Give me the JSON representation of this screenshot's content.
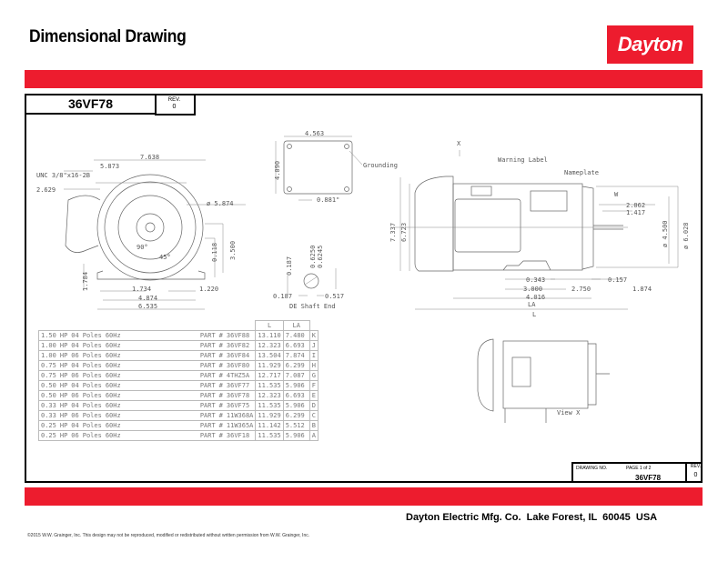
{
  "header": {
    "title": "Dimensional Drawing",
    "logo": "Dayton",
    "brand_color": "#ed1c2e"
  },
  "part_box": {
    "part_number": "36VF78",
    "rev_label": "REV.",
    "rev_value": "0"
  },
  "front_view": {
    "d1": "7.638",
    "d2": "5.873",
    "thread": "UNC 3/8\"x16-2B",
    "d3": "2.629",
    "diameter": "ø 5.874",
    "d4": "0.118",
    "d5": "3.500",
    "angle1": "90°",
    "angle2": "45°",
    "d6": "1.784",
    "d7": "1.734",
    "d8": "1.220",
    "d9": "4.874",
    "d10": "6.535"
  },
  "box_view": {
    "width": "4.563",
    "height": "4.090",
    "grounding": "Grounding",
    "d1": "0.881\""
  },
  "shaft_view": {
    "d1": "0.187",
    "d2": "0.6250",
    "d3": "0.6245",
    "d4": "0.187",
    "d5": "0.517",
    "label": "DE Shaft End"
  },
  "side_view": {
    "x_label": "X",
    "warning": "Warning Label",
    "nameplate": "Nameplate",
    "h1": "7.337",
    "h2": "6.723",
    "w": "W",
    "d1": "2.062",
    "d2": "1.417",
    "dia1": "ø 4.500",
    "dia2": "ø 6.028",
    "d3": "0.343",
    "d4": "0.157",
    "d5": "3.000",
    "d6": "2.750",
    "d7": "1.874",
    "d8": "4.016",
    "la": "LA",
    "l": "L"
  },
  "view_x": {
    "label": "View X"
  },
  "table": {
    "headers": [
      "L",
      "LA"
    ],
    "rows": [
      {
        "hp": "1.50",
        "hpu": "HP",
        "poles": "04",
        "pu": "Poles",
        "hz": "60Hz",
        "part": "PART",
        "hash": "#",
        "pn": "36VF88",
        "l": "13.110",
        "la": "7.480",
        "code": "K"
      },
      {
        "hp": "1.00",
        "hpu": "HP",
        "poles": "04",
        "pu": "Poles",
        "hz": "60Hz",
        "part": "PART",
        "hash": "#",
        "pn": "36VF82",
        "l": "12.323",
        "la": "6.693",
        "code": "J"
      },
      {
        "hp": "1.00",
        "hpu": "HP",
        "poles": "06",
        "pu": "Poles",
        "hz": "60Hz",
        "part": "PART",
        "hash": "#",
        "pn": "36VF84",
        "l": "13.504",
        "la": "7.874",
        "code": "I"
      },
      {
        "hp": "0.75",
        "hpu": "HP",
        "poles": "04",
        "pu": "Poles",
        "hz": "60Hz",
        "part": "PART",
        "hash": "#",
        "pn": "36VF80",
        "l": "11.929",
        "la": "6.299",
        "code": "H"
      },
      {
        "hp": "0.75",
        "hpu": "HP",
        "poles": "06",
        "pu": "Poles",
        "hz": "60Hz",
        "part": "PART",
        "hash": "#",
        "pn": "4THZ5A",
        "l": "12.717",
        "la": "7.087",
        "code": "G"
      },
      {
        "hp": "0.50",
        "hpu": "HP",
        "poles": "04",
        "pu": "Poles",
        "hz": "60Hz",
        "part": "PART",
        "hash": "#",
        "pn": "36VF77",
        "l": "11.535",
        "la": "5.906",
        "code": "F"
      },
      {
        "hp": "0.50",
        "hpu": "HP",
        "poles": "06",
        "pu": "Poles",
        "hz": "60Hz",
        "part": "PART",
        "hash": "#",
        "pn": "36VF78",
        "l": "12.323",
        "la": "6.693",
        "code": "E"
      },
      {
        "hp": "0.33",
        "hpu": "HP",
        "poles": "04",
        "pu": "Poles",
        "hz": "60Hz",
        "part": "PART",
        "hash": "#",
        "pn": "36VF75",
        "l": "11.535",
        "la": "5.906",
        "code": "D"
      },
      {
        "hp": "0.33",
        "hpu": "HP",
        "poles": "06",
        "pu": "Poles",
        "hz": "60Hz",
        "part": "PART",
        "hash": "#",
        "pn": "11W368A",
        "l": "11.929",
        "la": "6.299",
        "code": "C"
      },
      {
        "hp": "0.25",
        "hpu": "HP",
        "poles": "04",
        "pu": "Poles",
        "hz": "60Hz",
        "part": "PART",
        "hash": "#",
        "pn": "11W365A",
        "l": "11.142",
        "la": "5.512",
        "code": "B"
      },
      {
        "hp": "0.25",
        "hpu": "HP",
        "poles": "06",
        "pu": "Poles",
        "hz": "60Hz",
        "part": "PART",
        "hash": "#",
        "pn": "36VF18",
        "l": "11.535",
        "la": "5.906",
        "code": "A"
      }
    ]
  },
  "title_block": {
    "drawing_no_label": "DRAWING NO.",
    "page": "PAGE 1 of 2",
    "number": "36VF78",
    "rev_label": "REV.",
    "rev_value": "0"
  },
  "footer": {
    "address": "Dayton Electric Mfg. Co.  Lake Forest, IL  60045  USA",
    "copyright": "©2015 W.W. Grainger, Inc.   This design may not be reproduced, modified or redistributed without written permission from W.W. Grainger, Inc."
  }
}
